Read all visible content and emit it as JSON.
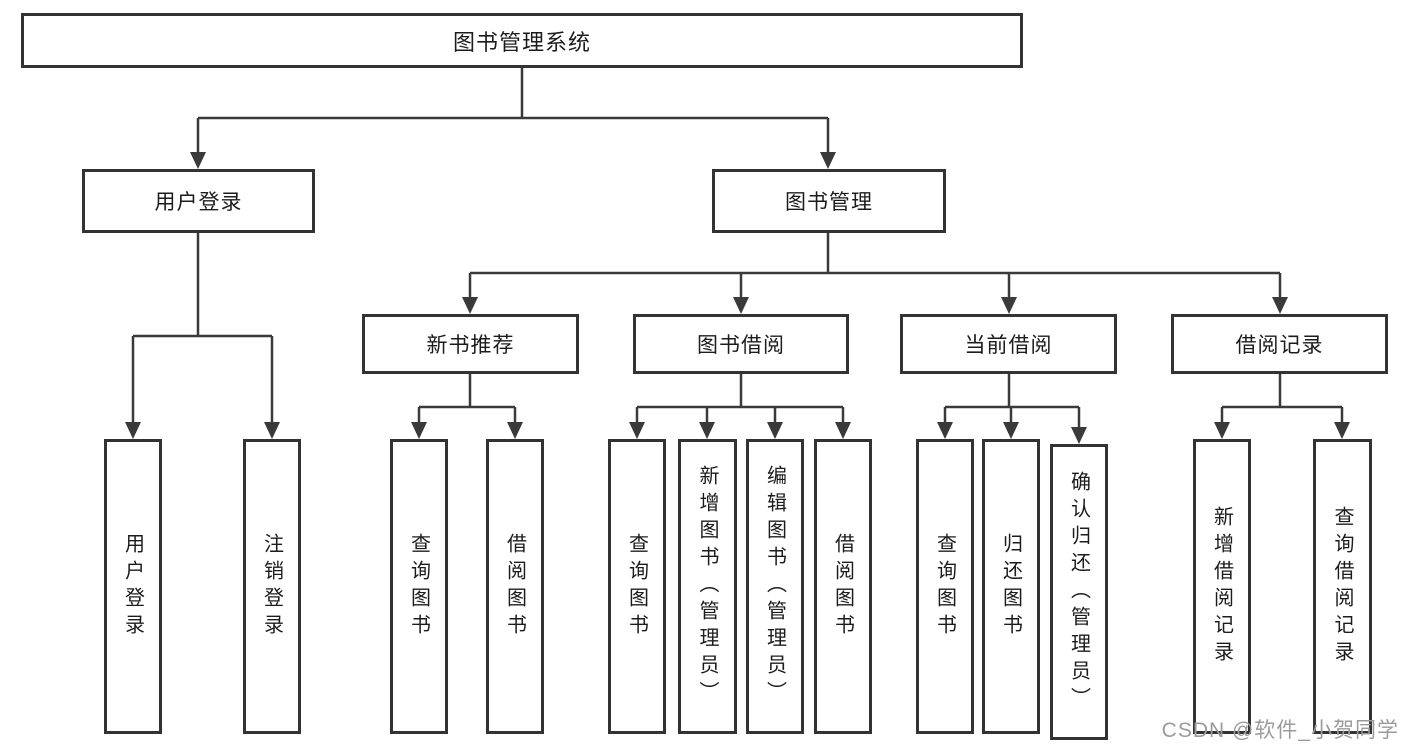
{
  "watermark": "CSDN @软件_小贺同学",
  "colors": {
    "line": "#3a3a3a",
    "box_border": "#333333",
    "text": "#1c1c1c",
    "watermark": "#9b9b9b",
    "background": "#ffffff"
  },
  "tree": {
    "root": {
      "label": "图书管理系统"
    },
    "branches": [
      {
        "label": "用户登录",
        "children": [
          {
            "label": "用户登录"
          },
          {
            "label": "注销登录"
          }
        ]
      },
      {
        "label": "图书管理",
        "children": [
          {
            "label": "新书推荐",
            "children": [
              {
                "label": "查询图书"
              },
              {
                "label": "借阅图书"
              }
            ]
          },
          {
            "label": "图书借阅",
            "children": [
              {
                "label": "查询图书"
              },
              {
                "label": "新增图书（管理员）"
              },
              {
                "label": "编辑图书（管理员）"
              },
              {
                "label": "借阅图书"
              }
            ]
          },
          {
            "label": "当前借阅",
            "children": [
              {
                "label": "查询图书"
              },
              {
                "label": "归还图书"
              },
              {
                "label": "确认归还（管理员）"
              }
            ]
          },
          {
            "label": "借阅记录",
            "children": [
              {
                "label": "新增借阅记录"
              },
              {
                "label": "查询借阅记录"
              }
            ]
          }
        ]
      }
    ]
  }
}
